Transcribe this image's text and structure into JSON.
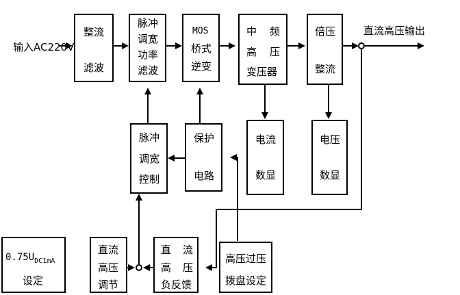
{
  "input_label": "输入AC220V",
  "output_label": "直流高压输出",
  "blocks": {
    "rectifier_filter": {
      "line1": "整流",
      "line2": "滤波"
    },
    "pwm_power_filter": {
      "line1": "脉冲",
      "line2": "调宽",
      "line3": "功率",
      "line4": "滤波"
    },
    "mos_bridge_inverter": {
      "line1": "MOS",
      "line2": "桥式",
      "line3": "逆变"
    },
    "mf_hv_transformer": {
      "line1a": "中",
      "line1b": "频",
      "line2a": "高",
      "line2b": "压",
      "line3": "变压器"
    },
    "voltage_doubler_rectifier": {
      "line1": "倍压",
      "line2": "整流"
    },
    "pwm_control": {
      "line1": "脉冲",
      "line2": "调宽",
      "line3": "控制"
    },
    "protection_circuit": {
      "line1": "保护",
      "line2": "电路"
    },
    "current_display": {
      "line1": "电流",
      "line2": "数显"
    },
    "voltage_display": {
      "line1": "电压",
      "line2": "数显"
    },
    "preset_075u": {
      "line1_main": "0.75U",
      "line1_sub": "DC1mA",
      "line2": "设定"
    },
    "dc_hv_adjust": {
      "line1": "直流",
      "line2": "高压",
      "line3": "调节"
    },
    "dc_hv_feedback": {
      "line1a": "直",
      "line1b": "流",
      "line2a": "高",
      "line2b": "压",
      "line3": "负反馈"
    },
    "hv_overvoltage_dial": {
      "line1": "高压过压",
      "line2": "拨盘设定"
    }
  }
}
